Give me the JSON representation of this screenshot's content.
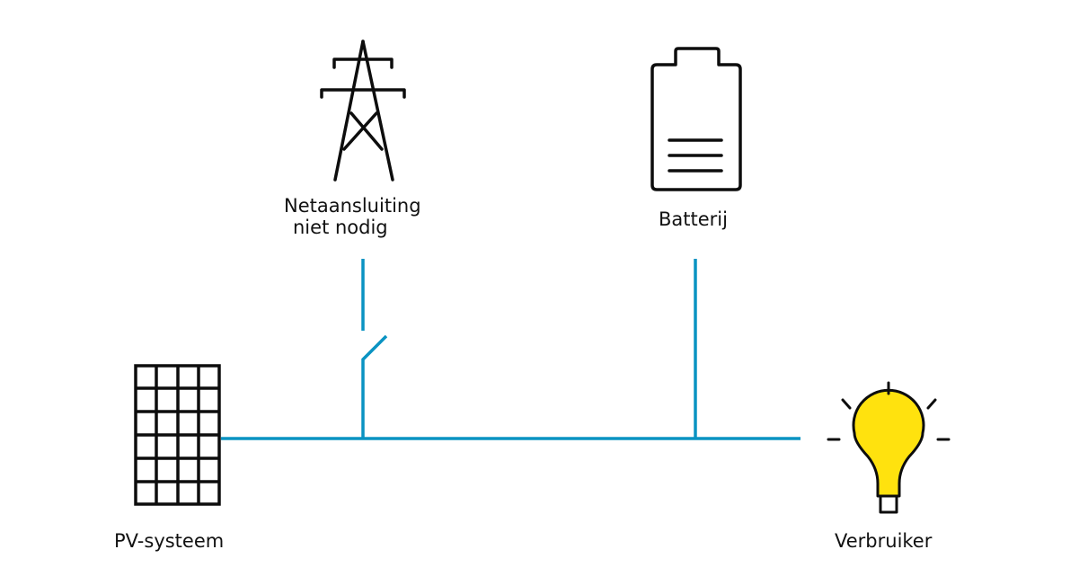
{
  "colors": {
    "line": "#0a93c2",
    "icon_stroke": "#0d0d0d",
    "bulb_fill": "#ffe20e"
  },
  "nodes": {
    "grid": {
      "icon": "power-pylon-icon",
      "label_line1": "Netaansluiting",
      "label_line2": "niet nodig",
      "switch_state": "open"
    },
    "battery": {
      "icon": "battery-icon",
      "label": "Batterij"
    },
    "pv": {
      "icon": "solar-panel-icon",
      "label": "PV-systeem"
    },
    "consumer": {
      "icon": "light-bulb-icon",
      "label": "Verbruiker"
    }
  }
}
